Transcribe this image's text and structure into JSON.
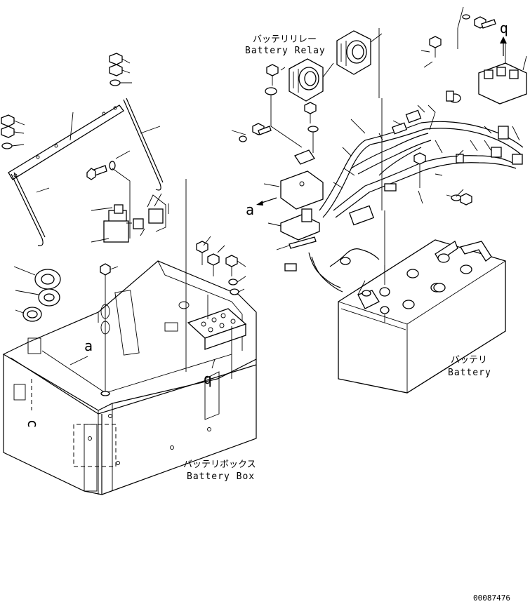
{
  "labels": {
    "battery_relay_jp": "バッテリリレー",
    "battery_relay_en": "Battery Relay",
    "battery_jp": "バッテリ",
    "battery_en": "Battery",
    "battery_box_jp": "バッテリボックス",
    "battery_box_en": "Battery Box"
  },
  "refs": {
    "a": "a",
    "b": "b",
    "c": "c"
  },
  "drawing_number": "00087476"
}
